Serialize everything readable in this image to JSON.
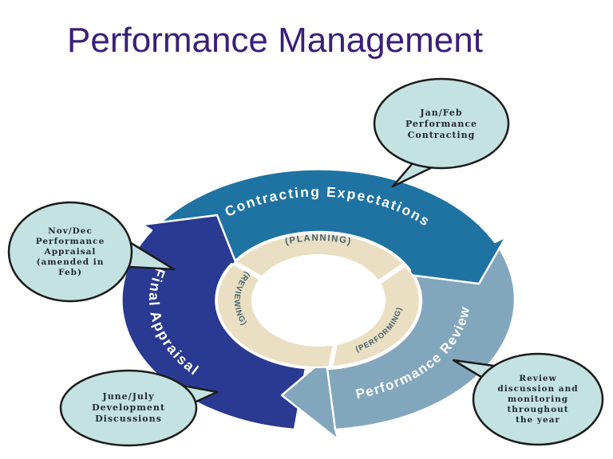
{
  "slide": {
    "title": "Performance Management"
  },
  "diagram": {
    "stages": [
      {
        "label": "Contracting Expectations",
        "color": "#1F73A3"
      },
      {
        "label": "Performance Review",
        "color": "#82A7BD"
      },
      {
        "label": "Final Appraisal",
        "color": "#2A3A92"
      }
    ],
    "inner_phases": [
      {
        "label": "(PLANNING)"
      },
      {
        "label": "(REVIEWING)"
      },
      {
        "label": "(PERFORMING)"
      }
    ],
    "ring_color": "#EADFC2",
    "phase_text_color": "#44626F"
  },
  "callouts": [
    {
      "id": "jan-feb",
      "text": "Jan/Feb\nPerformance\nContracting"
    },
    {
      "id": "nov-dec",
      "text": "Nov/Dec\nPerformance\nAppraisal\n(amended in\nFeb)"
    },
    {
      "id": "june-july",
      "text": "June/July\nDevelopment\nDiscussions"
    },
    {
      "id": "review",
      "text": "Review\ndiscussion and\nmonitoring\nthroughout\nthe year"
    }
  ],
  "colors": {
    "title": "#3A1F78",
    "callout_fill": "#C3E2E1",
    "callout_outline": "#1B1B1B",
    "background": "#FFFFFF"
  }
}
